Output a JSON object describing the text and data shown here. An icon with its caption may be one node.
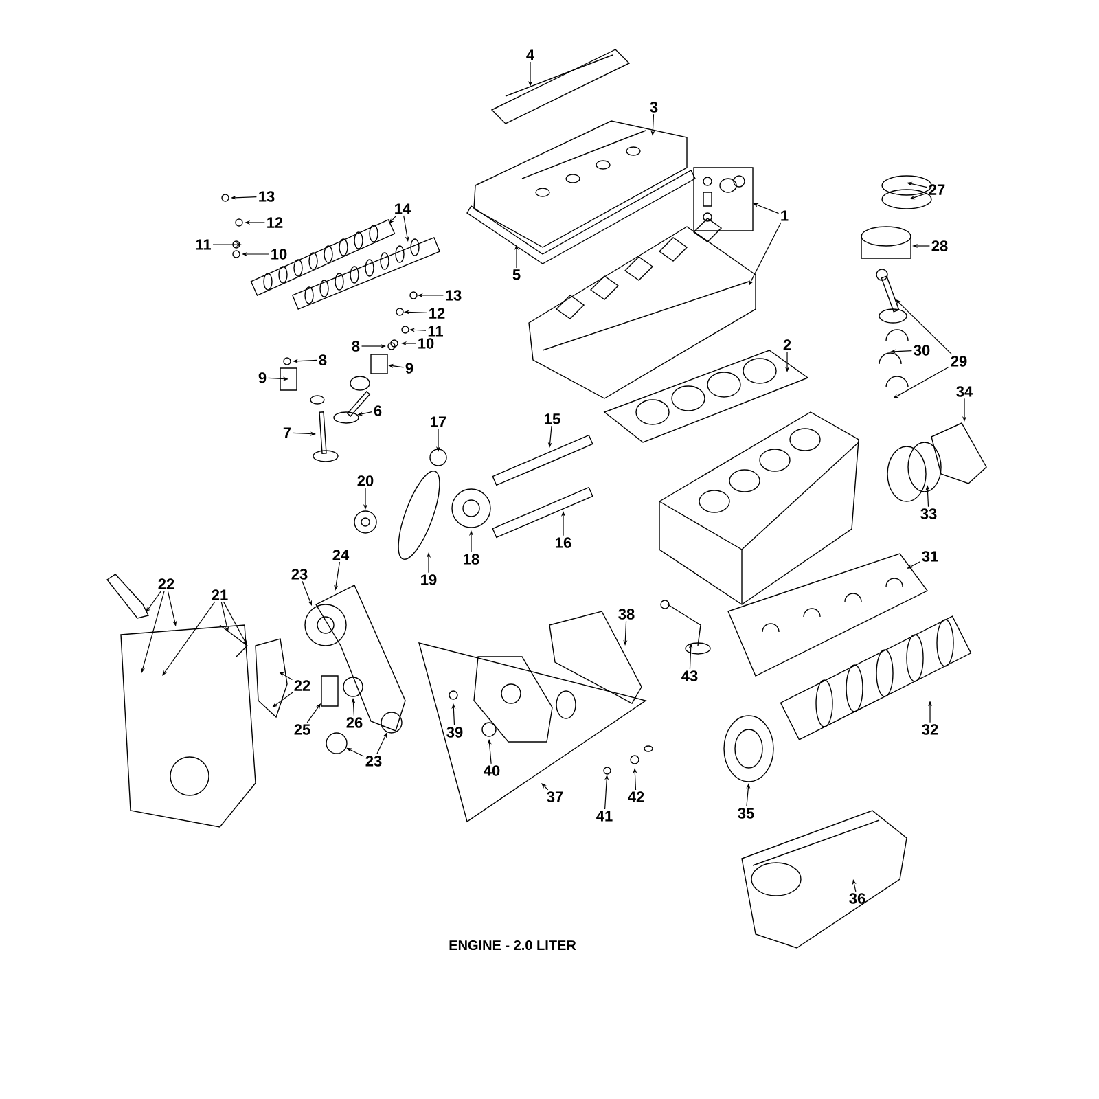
{
  "diagram": {
    "caption": "ENGINE - 2.0 LITER",
    "nodes": [
      {
        "text": [
          "4"
        ]
      },
      {
        "text": [
          "3"
        ]
      },
      {
        "text": [
          "13"
        ]
      },
      {
        "text": [
          "12"
        ]
      },
      {
        "text": [
          "14"
        ]
      },
      {
        "text": [
          "11"
        ]
      },
      {
        "text": [
          "10"
        ]
      },
      {
        "text": [
          "1"
        ]
      },
      {
        "text": [
          "27"
        ]
      },
      {
        "text": [
          "28"
        ]
      },
      {
        "text": [
          "5"
        ]
      },
      {
        "text": [
          "13"
        ]
      },
      {
        "text": [
          "12"
        ]
      },
      {
        "text": [
          "11"
        ]
      },
      {
        "text": [
          "10"
        ]
      },
      {
        "text": [
          "8"
        ]
      },
      {
        "text": [
          "2"
        ]
      },
      {
        "text": [
          "8"
        ]
      },
      {
        "text": [
          "9"
        ]
      },
      {
        "text": [
          "29"
        ]
      },
      {
        "text": [
          "30"
        ]
      },
      {
        "text": [
          "9"
        ]
      },
      {
        "text": [
          "6"
        ]
      },
      {
        "text": [
          "34"
        ]
      },
      {
        "text": [
          "17"
        ]
      },
      {
        "text": [
          "15"
        ]
      },
      {
        "text": [
          "7"
        ]
      },
      {
        "text": [
          "20"
        ]
      },
      {
        "text": [
          "33"
        ]
      },
      {
        "text": [
          "18"
        ]
      },
      {
        "text": [
          "16"
        ]
      },
      {
        "text": [
          "31"
        ]
      },
      {
        "text": [
          "19"
        ]
      },
      {
        "text": [
          "24"
        ]
      },
      {
        "text": [
          "23"
        ]
      },
      {
        "text": [
          "22"
        ]
      },
      {
        "text": [
          "21"
        ]
      },
      {
        "text": [
          "38"
        ]
      },
      {
        "text": [
          "43"
        ]
      },
      {
        "text": [
          "22"
        ]
      },
      {
        "text": [
          "25"
        ]
      },
      {
        "text": [
          "26"
        ]
      },
      {
        "text": [
          "32"
        ]
      },
      {
        "text": [
          "39"
        ]
      },
      {
        "text": [
          "23"
        ]
      },
      {
        "text": [
          "40"
        ]
      },
      {
        "text": [
          "37"
        ]
      },
      {
        "text": [
          "41"
        ]
      },
      {
        "text": [
          "42"
        ]
      },
      {
        "text": [
          "35"
        ]
      },
      {
        "text": [
          "36"
        ]
      },
      {
        "text": [],
        "shape": "circle"
      },
      {
        "text": [],
        "shape": "circle"
      },
      {
        "text": [],
        "shape": "box"
      },
      {
        "text": [],
        "shape": "circle"
      },
      {
        "text": [],
        "shape": "circle"
      },
      {
        "text": [],
        "shape": "bar"
      },
      {
        "text": [],
        "shape": "box"
      },
      {
        "text": [],
        "shape": "circle"
      }
    ],
    "edges": [
      {
        "from": 0,
        "to": null,
        "arrow": "to"
      },
      {
        "from": 1,
        "to": null,
        "arrow": "to"
      },
      {
        "from": 2,
        "to": null,
        "arrow": "to"
      },
      {
        "from": 3,
        "to": null,
        "arrow": "to"
      },
      {
        "from": 4,
        "to": null,
        "arrow": "to"
      },
      {
        "from": 4,
        "to": null,
        "arrow": "to"
      },
      {
        "from": 5,
        "to": null,
        "arrow": "to"
      },
      {
        "from": 6,
        "to": null,
        "arrow": "to"
      },
      {
        "from": 7,
        "to": null,
        "arrow": "to"
      },
      {
        "from": 7,
        "to": null,
        "arrow": "to"
      },
      {
        "from": 8,
        "to": null,
        "arrow": "to"
      },
      {
        "from": 8,
        "to": null,
        "arrow": "to"
      },
      {
        "from": 9,
        "to": null,
        "arrow": "to"
      },
      {
        "from": 10,
        "to": null,
        "arrow": "to"
      },
      {
        "from": 11,
        "to": 51,
        "arrow": "to"
      },
      {
        "from": 12,
        "to": 52,
        "arrow": "to"
      },
      {
        "from": 13,
        "to": null,
        "arrow": "to"
      },
      {
        "from": 14,
        "to": null,
        "arrow": "to"
      },
      {
        "from": 15,
        "to": null,
        "arrow": "to"
      },
      {
        "from": 16,
        "to": null,
        "arrow": "to"
      },
      {
        "from": 17,
        "to": null,
        "arrow": "to"
      },
      {
        "from": 18,
        "to": 53,
        "arrow": "to"
      },
      {
        "from": 19,
        "to": 56,
        "arrow": "to"
      },
      {
        "from": 19,
        "to": null,
        "arrow": "to"
      },
      {
        "from": 20,
        "to": null,
        "arrow": "to"
      },
      {
        "from": 21,
        "to": null,
        "arrow": "to"
      },
      {
        "from": 22,
        "to": null,
        "arrow": "to"
      },
      {
        "from": 23,
        "to": null,
        "arrow": "to"
      },
      {
        "from": 24,
        "to": null,
        "arrow": "to"
      },
      {
        "from": 25,
        "to": null,
        "arrow": "to"
      },
      {
        "from": 26,
        "to": null,
        "arrow": "to"
      },
      {
        "from": 27,
        "to": null,
        "arrow": "to"
      },
      {
        "from": 28,
        "to": null,
        "arrow": "to"
      },
      {
        "from": 29,
        "to": null,
        "arrow": "to"
      },
      {
        "from": 30,
        "to": null,
        "arrow": "to"
      },
      {
        "from": 31,
        "to": null,
        "arrow": "to"
      },
      {
        "from": 32,
        "to": null,
        "arrow": "to"
      },
      {
        "from": 33,
        "to": null,
        "arrow": "to"
      },
      {
        "from": 34,
        "to": null,
        "arrow": "to"
      },
      {
        "from": 35,
        "to": null,
        "arrow": "to"
      },
      {
        "from": 35,
        "to": null,
        "arrow": "to"
      },
      {
        "from": 35,
        "to": null,
        "arrow": "to"
      },
      {
        "from": 36,
        "to": null,
        "arrow": "to"
      },
      {
        "from": 36,
        "to": null,
        "arrow": "to"
      },
      {
        "from": 36,
        "to": null,
        "arrow": "to"
      },
      {
        "from": 37,
        "to": null,
        "arrow": "to"
      },
      {
        "from": 38,
        "to": null,
        "arrow": "to"
      },
      {
        "from": 39,
        "to": null,
        "arrow": "to"
      },
      {
        "from": 39,
        "to": null,
        "arrow": "to"
      },
      {
        "from": 40,
        "to": 57,
        "arrow": "to"
      },
      {
        "from": 41,
        "to": null,
        "arrow": "to"
      },
      {
        "from": 42,
        "to": null,
        "arrow": "to"
      },
      {
        "from": 43,
        "to": null,
        "arrow": "to"
      },
      {
        "from": 44,
        "to": 54,
        "arrow": "to"
      },
      {
        "from": 44,
        "to": 55,
        "arrow": "to"
      },
      {
        "from": 45,
        "to": null,
        "arrow": "to"
      },
      {
        "from": 46,
        "to": null,
        "arrow": "to"
      },
      {
        "from": 47,
        "to": 58,
        "arrow": "to"
      },
      {
        "from": 48,
        "to": null,
        "arrow": "to"
      },
      {
        "from": 49,
        "to": null,
        "arrow": "to"
      },
      {
        "from": 50,
        "to": null,
        "arrow": "to"
      }
    ]
  }
}
